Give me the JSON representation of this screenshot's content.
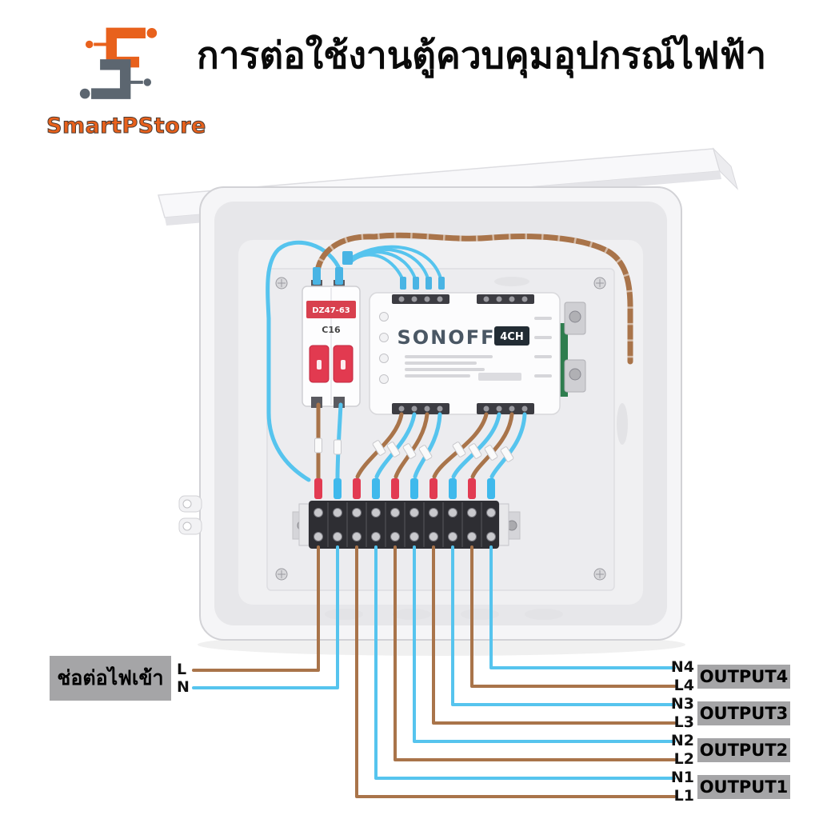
{
  "page": {
    "title": "การต่อใช้งานตู้ควบคุมอุปกรณ์ไฟฟ้า"
  },
  "logo": {
    "name": "SmartPStore"
  },
  "components": {
    "breaker": {
      "model": "DZ47-63",
      "rating": "C16"
    },
    "smart_switch": {
      "brand": "SONOFF",
      "badge": "4CH"
    }
  },
  "annotations": {
    "input": {
      "label": "ช่อต่อไฟเข้า",
      "live": "L",
      "neutral": "N"
    },
    "outputs": [
      {
        "neutral": "N4",
        "live": "L4",
        "label": "OUTPUT4"
      },
      {
        "neutral": "N3",
        "live": "L3",
        "label": "OUTPUT3"
      },
      {
        "neutral": "N2",
        "live": "L2",
        "label": "OUTPUT2"
      },
      {
        "neutral": "N1",
        "live": "L1",
        "label": "OUTPUT1"
      }
    ]
  },
  "colors": {
    "live_wire": "#a9744a",
    "neutral_wire": "#56c4ee",
    "label_bg": "#a5a5a7",
    "logo_orange": "#e8611c",
    "logo_gray": "#5c6670"
  }
}
